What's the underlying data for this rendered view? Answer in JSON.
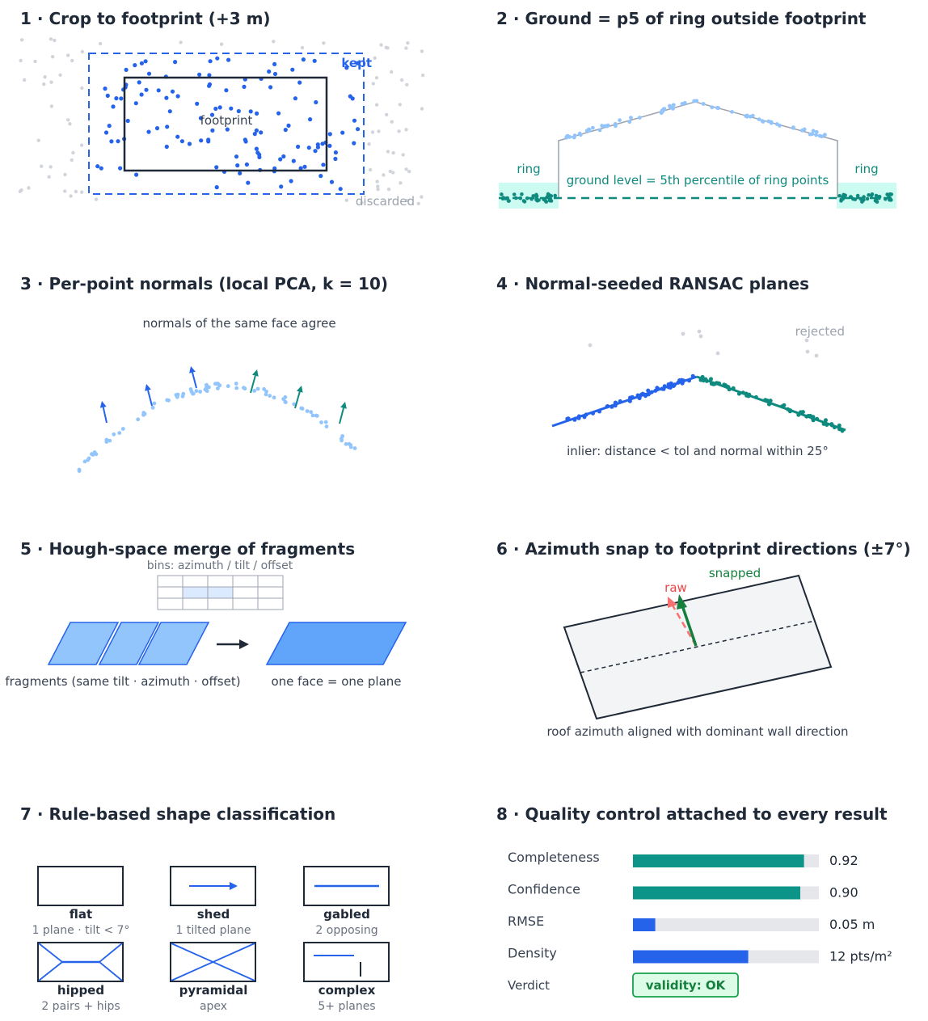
{
  "panels": {
    "p1": {
      "title": "1 · Crop to footprint (+3 m)",
      "footprint": "footprint",
      "kept": "kept",
      "discarded": "discarded"
    },
    "p2": {
      "title": "2 · Ground = p5 of ring outside footprint",
      "ring_left": "ring",
      "ring_right": "ring",
      "ground": "ground level = 5th percentile of ring points"
    },
    "p3": {
      "title": "3 · Per-point normals (local PCA, k = 10)",
      "note": "normals of the same face agree"
    },
    "p4": {
      "title": "4 · Normal-seeded RANSAC planes",
      "rejected": "rejected",
      "inlier": "inlier: distance < tol  and  normal within 25°"
    },
    "p5": {
      "title": "5 · Hough-space merge of fragments",
      "bins": "bins: azimuth / tilt / offset",
      "fragments": "fragments (same tilt · azimuth · offset)",
      "merged": "one face = one plane"
    },
    "p6": {
      "title": "6 · Azimuth snap to footprint directions (±7°)",
      "raw": "raw",
      "snapped": "snapped",
      "caption": "roof azimuth aligned with dominant wall direction"
    },
    "p7": {
      "title": "7 · Rule-based shape classification",
      "shapes": [
        {
          "name": "flat",
          "desc": "1 plane · tilt < 7°"
        },
        {
          "name": "shed",
          "desc": "1 tilted plane"
        },
        {
          "name": "gabled",
          "desc": "2 opposing"
        },
        {
          "name": "hipped",
          "desc": "2 pairs + hips"
        },
        {
          "name": "pyramidal",
          "desc": "apex"
        },
        {
          "name": "complex",
          "desc": "5+ planes"
        }
      ]
    },
    "p8": {
      "title": "8 · Quality control attached to every result",
      "metrics": [
        {
          "label": "Completeness",
          "fraction": 0.92,
          "value": "0.92",
          "color": "#0d9488"
        },
        {
          "label": "Confidence",
          "fraction": 0.9,
          "value": "0.90",
          "color": "#0d9488"
        },
        {
          "label": "RMSE",
          "fraction": 0.12,
          "value": "0.05 m",
          "color": "#2563eb"
        },
        {
          "label": "Density",
          "fraction": 0.62,
          "value": "12 pts/m²",
          "color": "#2563eb"
        }
      ],
      "verdict_label": "Verdict",
      "verdict": "validity: OK"
    }
  }
}
